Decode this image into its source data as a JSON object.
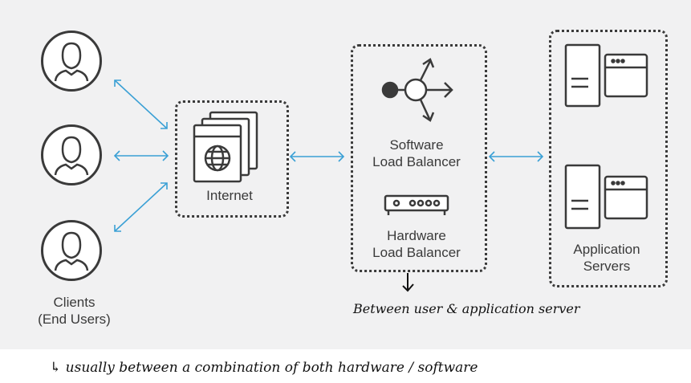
{
  "colors": {
    "panel": "#f1f1f2",
    "stroke": "#3a3a3a",
    "arrow": "#3aa0d5"
  },
  "clients": {
    "label_line1": "Clients",
    "label_line2": "(End Users)",
    "icons": [
      "user-icon",
      "user-icon",
      "user-icon"
    ]
  },
  "internet": {
    "label": "Internet",
    "icon": "globe-window-icon"
  },
  "load_balancer": {
    "software_line1": "Software",
    "software_line2": "Load Balancer",
    "hardware_line1": "Hardware",
    "hardware_line2": "Load Balancer",
    "software_icon": "routing-node-icon",
    "hardware_icon": "hardware-device-icon"
  },
  "servers": {
    "label_line1": "Application",
    "label_line2": "Servers",
    "icons": [
      "server-window-icon",
      "server-window-icon"
    ]
  },
  "annotations": {
    "note1": "Between user & application server",
    "note2": "↳ usually between a combination of both hardware / software"
  }
}
